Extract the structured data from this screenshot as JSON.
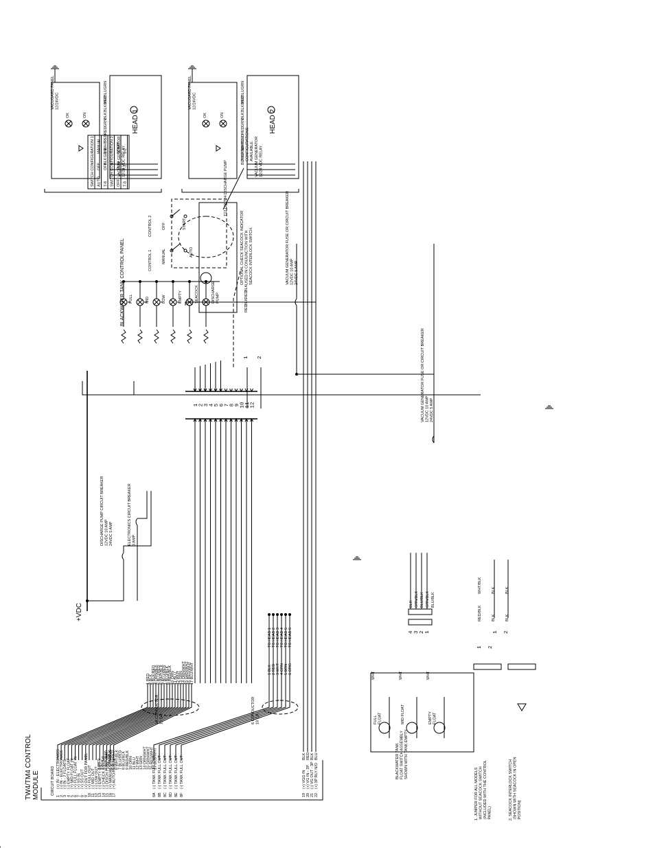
{
  "title": "TW4/TM4  CONTROL\nMODULE",
  "vdc": "+VDC",
  "breakers": {
    "discharge": "DISCHARGE PUMP CIRCUIT BREAKER\n12VDC 10 AMP\n24VDC 5 AMP",
    "electronics": "ELECTRONICS CIRCUIT BREAKER\n3 AMP",
    "vacgen1": "VACUUM GENERATOR FUSE OR CIRCUIT BREAKER\n12VDC 10 AMP\n24VDC 5 AMP",
    "vacgen2": "VACUUM GENERATOR FUSE OR CIRCUIT BREAKER\n12VDC 10 AMP\n24VDC 5 AMP"
  },
  "module": {
    "header": "CIRCUIT BOARD",
    "pins": [
      {
        "num": "1",
        "func": "(+) IN - ELECTRONICS",
        "wire": "1  RED"
      },
      {
        "num": "2",
        "func": "(-) IN - ELECTRONICS",
        "wire": "2  BLK"
      },
      {
        "num": "3",
        "func": "(-) IN - 7 FLOATS",
        "wire": "3  BLK/RED"
      },
      {
        "num": "4",
        "func": "(-) EMPTY FLOAT",
        "wire": "4  ORN/BLK"
      },
      {
        "num": "5",
        "func": "(+) MID FLOAT IN",
        "wire": "5  BLU/RED"
      },
      {
        "num": "6",
        "func": "(+) FULL FLOAT IN",
        "wire": "6  WHT/BLK"
      },
      {
        "num": "7",
        "func": "(+) SS IN",
        "wire": "7  BLU/RED"
      },
      {
        "num": "8",
        "func": "(+) SS OUT",
        "wire": "8  BLU/BLK"
      },
      {
        "num": "9",
        "func": "(+) OUT FOR PANEL",
        "wire": "9  RED/BLK"
      },
      {
        "num": "10",
        "func": "(+) FULL OUT",
        "wire": "10  ORN"
      },
      {
        "num": "11",
        "func": "(-) MID OUT",
        "wire": "11  BLU"
      },
      {
        "num": "12",
        "func": "(-) LOW OUT",
        "wire": "12  WHT"
      },
      {
        "num": "13",
        "func": "(-) EMPTY OUT",
        "wire": "13  GRN"
      },
      {
        "num": "14",
        "func": "(-) CHECK SS OUT",
        "wire": "14  ORN/WHT"
      },
      {
        "num": "15",
        "func": "(-) DISCH PUMP OUT",
        "wire": "15  GRN/WHT"
      },
      {
        "num": "16",
        "func": "(+) MANUAL/START IN",
        "wire": "16  RED/WHT"
      },
      {
        "num": "17",
        "func": "(+) AUTO/RUN IN",
        "wire": "17  BLU/WHT"
      }
    ],
    "tank_pins": [
      {
        "num": "8A",
        "func": "(-) TANK FULL OUT",
        "wire": "1  BLK"
      },
      {
        "num": "8B",
        "func": "(-) TANK FULL OUT",
        "wire": "2  RED"
      },
      {
        "num": "8C",
        "func": "(-) TANK FULL OUT",
        "wire": "3  WHT"
      },
      {
        "num": "8D",
        "func": "(-) TANK FULL OUT",
        "wire": "4  GRN"
      },
      {
        "num": "8E",
        "func": "(-) TANK FULL OUT",
        "wire": "5  BRN"
      },
      {
        "num": "8F",
        "func": "(-) TANK FULL OUT",
        "wire": "6  ORG"
      }
    ],
    "vac_pins": [
      {
        "num": "19",
        "func": "(+) VGG IN",
        "wire": "BLK"
      },
      {
        "num": "20",
        "func": "(+) VG IN - 3P",
        "wire": "RED"
      },
      {
        "num": "21",
        "func": "(-) VG OUT - 3P",
        "wire": "BLK"
      },
      {
        "num": "22",
        "func": "(+) 3P RLY N/O",
        "wire": "BLU"
      }
    ]
  },
  "cables": {
    "c19": "19 CONDUCTOR\n18 GA",
    "c6": "6 CONDUCTOR\n18 GA"
  },
  "head_wires": [
    "TO HEAD 1",
    "TO HEAD 2",
    "TO HEAD 3",
    "TO HEAD 4",
    "TO HEAD 5",
    "TO HEAD 6"
  ],
  "head_wire_colors": [
    "1  BLK",
    "2  RED",
    "3  WHT",
    "4  GRN",
    "5  BRN",
    "6  ORG"
  ],
  "panel": {
    "title": "BLACKWATER TANK CONTROL PANEL",
    "leds": [
      "FULL",
      "MID",
      "LOW",
      "EMPTY",
      "SEACOCK",
      "DISCHARGE\nPUMP"
    ],
    "control1": "CONTROL 1",
    "control2": "CONTROL 2",
    "manual": "MANUAL",
    "auto": "AUTO",
    "off": "OFF",
    "run": "RUN",
    "start": "START",
    "optional_note": "OPTIONAL CHECK SEACOCK INDICATOR\nUSED IN CONJUNCTION WITH\nSEACOCK INTERLOCK SWITCH.",
    "two_switch_note": "TWO SWITCH\nCONFIGURATIONS\nAVAILABLE."
  },
  "switch_table": {
    "rows": [
      [
        "SWITCH CONFIGURATION 1"
      ],
      [
        "AUTO",
        "OFF",
        "MANUAL"
      ],
      [
        "7-8",
        "OFF",
        "1-2"
      ],
      [
        "SWITCH CONFIGURATION 2"
      ],
      [
        "OFF",
        "RUN",
        "START"
      ],
      [
        "7-8",
        "7-1",
        "1-2"
      ]
    ]
  },
  "connector12": [
    "1",
    "2",
    "3",
    "4",
    "5",
    "6",
    "7",
    "8",
    "9",
    "10",
    "11",
    "12"
  ],
  "heads": [
    {
      "label": "HEAD  1",
      "panel": "VACUGARD PANEL\n12/24VDC",
      "relay": "VACUUM GENERATOR\n12/24 VDC RELAY",
      "wires": [
        "BLK",
        "GRN",
        "WHT",
        "RED",
        "RED",
        "GRN",
        "BLK",
        "BLK/YEL",
        "WHT",
        "BLU",
        "GRN"
      ],
      "leds": [
        "OK",
        "ON"
      ]
    },
    {
      "label": "HEAD  2",
      "panel": "VACUGARD PANEL\n12/24VDC",
      "relay": "VACUUM GENERATOR\n12/24 VDC RELAY",
      "wires": [
        "BLK",
        "GRN",
        "WHT",
        "RED",
        "RED",
        "GRN",
        "BLK",
        "BLK/YEL",
        "WHT",
        "BLU",
        "GRN"
      ],
      "leds": [
        "OK",
        "ON"
      ]
    }
  ],
  "discharge_pump": {
    "label": "T12 OR T24 DISCHARGE PUMP",
    "wires": [
      "RED",
      "BLK",
      "RED",
      "BLK"
    ],
    "pins": [
      "1",
      "2"
    ]
  },
  "float_switch": {
    "title": "BLACKWATER TANK\nFLOAT SWITCH ASSEMBLY\nSHOWN WITH TANK EMPTY",
    "floats": [
      "FULL\nFLOAT",
      "MID FLOAT",
      "EMPTY\nFLOAT"
    ],
    "wires": [
      "WHT",
      "WHT",
      "WHT",
      "BLK",
      "ORN/BLK",
      "BLU/BLK",
      "GRN/BLK",
      "BLU/BLK"
    ],
    "pins": [
      "4",
      "3",
      "2",
      "1"
    ]
  },
  "seacock": {
    "pins": [
      "1",
      "2"
    ],
    "pins_b": [
      "1",
      "2"
    ],
    "wires": [
      "RED/BLK",
      "WHT/BLK",
      "BLK",
      "BLK",
      "BLK",
      "BLK"
    ]
  },
  "notes": {
    "n1": "1. JUMPER FOR ALL MODELS\n   WITHOUT SEACOCK SWITCH\n   (INCLUDED WITH THE CONTROL\n   PANEL)",
    "n2": "2. SEACOCK INTERLOCK SWITCH\n   (SHOWN WITH SEACOCK IN OPEN\n   POSITION)"
  }
}
